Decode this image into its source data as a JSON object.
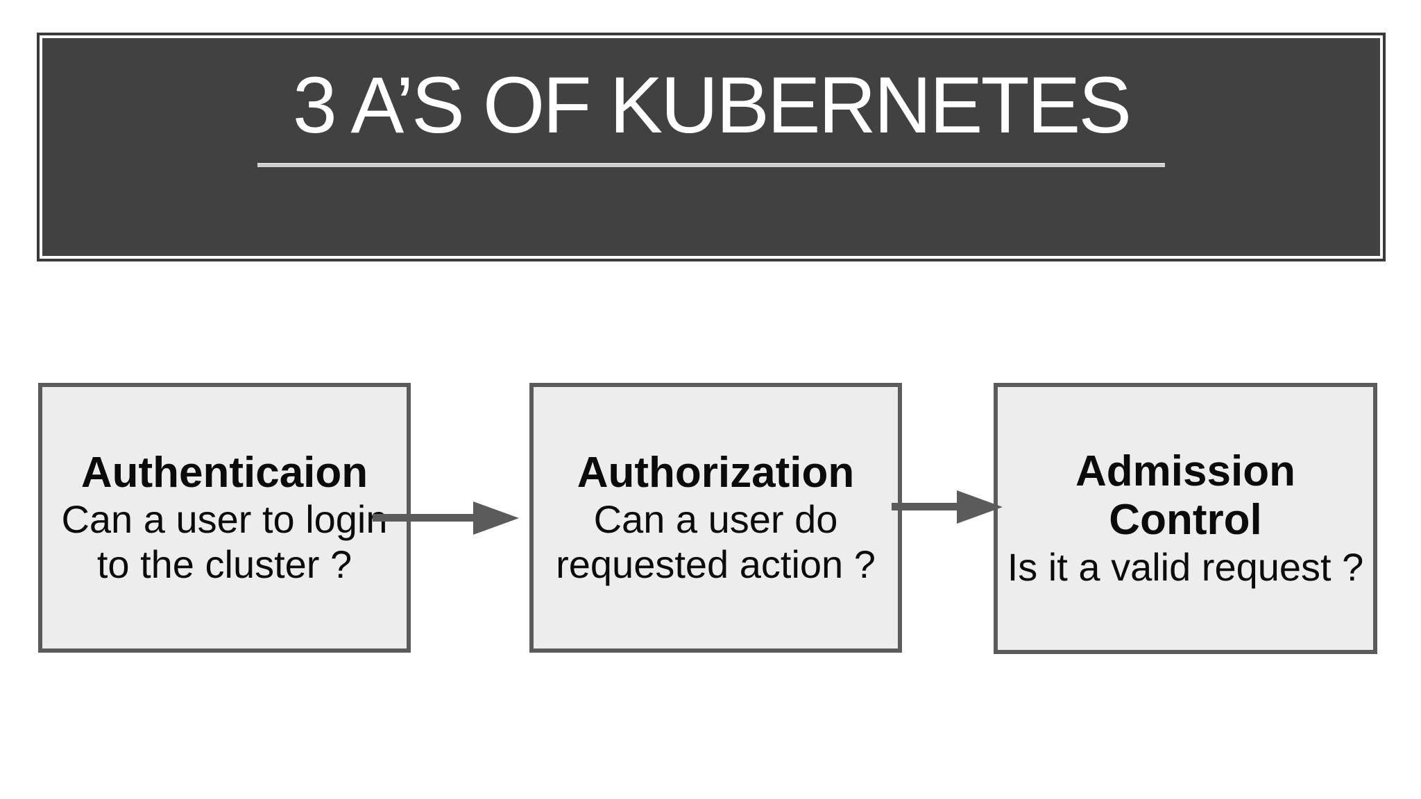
{
  "slide": {
    "title": "3 A’S OF KUBERNETES"
  },
  "diagram": {
    "boxes": [
      {
        "id": "authentication",
        "title_lines": [
          "Authenticaion"
        ],
        "body_lines": [
          "Can a user to login",
          "to the cluster ?"
        ]
      },
      {
        "id": "authorization",
        "title_lines": [
          "Authorization"
        ],
        "body_lines": [
          "Can a user do",
          "requested action ?"
        ]
      },
      {
        "id": "admission-control",
        "title_lines": [
          "Admission",
          "Control"
        ],
        "body_lines": [
          "Is it a valid request ?"
        ]
      }
    ],
    "arrows": [
      {
        "name": "arrow-authentication-to-authorization",
        "direction": "right"
      },
      {
        "name": "arrow-authorization-to-admission-control",
        "direction": "right"
      }
    ]
  },
  "colors": {
    "page_background": "#ffffff",
    "banner_fill": "#414141",
    "banner_border": "#3a3a3a",
    "title_text": "#ffffff",
    "title_underline": "#cfcfcf",
    "box_fill": "#ededed",
    "box_border": "#5b5b5b",
    "box_text": "#0b0b0b",
    "arrow": "#5b5b5b"
  }
}
